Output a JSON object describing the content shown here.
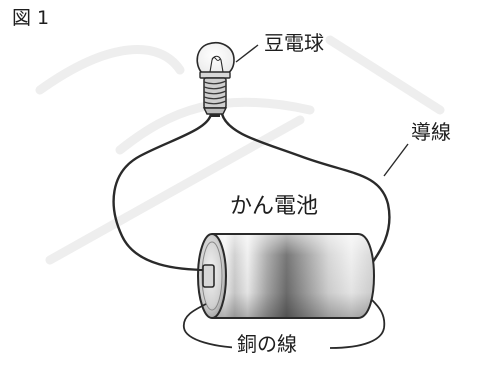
{
  "figure": {
    "title": "図 1",
    "labels": {
      "bulb": "豆電球",
      "wire": "導線",
      "cell": "かん電池",
      "copper_wire": "銅の線"
    }
  }
}
